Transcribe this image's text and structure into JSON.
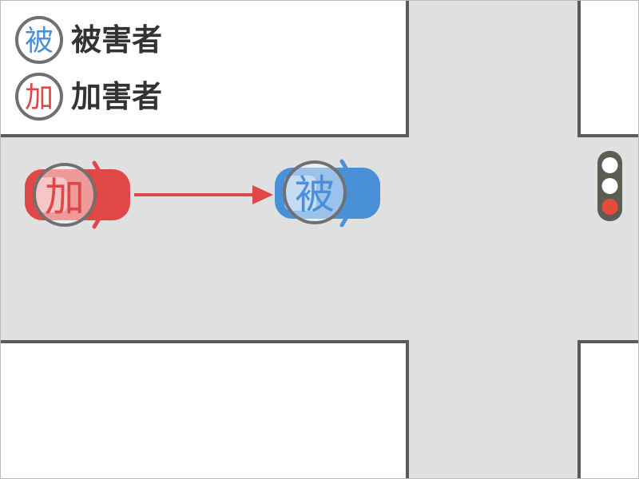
{
  "legend": {
    "items": [
      {
        "symbol": "被",
        "label": "被害者",
        "color": "#4a90d9"
      },
      {
        "symbol": "加",
        "label": "加害者",
        "color": "#e04848"
      }
    ]
  },
  "vehicles": {
    "aggressor": {
      "symbol": "加",
      "color": "#e04848",
      "role": "加害者"
    },
    "victim": {
      "symbol": "被",
      "color": "#4a90d9",
      "role": "被害者"
    }
  },
  "traffic_light": {
    "lamps": [
      "off",
      "off",
      "red"
    ],
    "active_color": "#e84a3a"
  },
  "colors": {
    "road": "#e0e0e0",
    "curb": "#5a5a5a",
    "badge_ring": "#707070",
    "arrow": "#e04848"
  }
}
